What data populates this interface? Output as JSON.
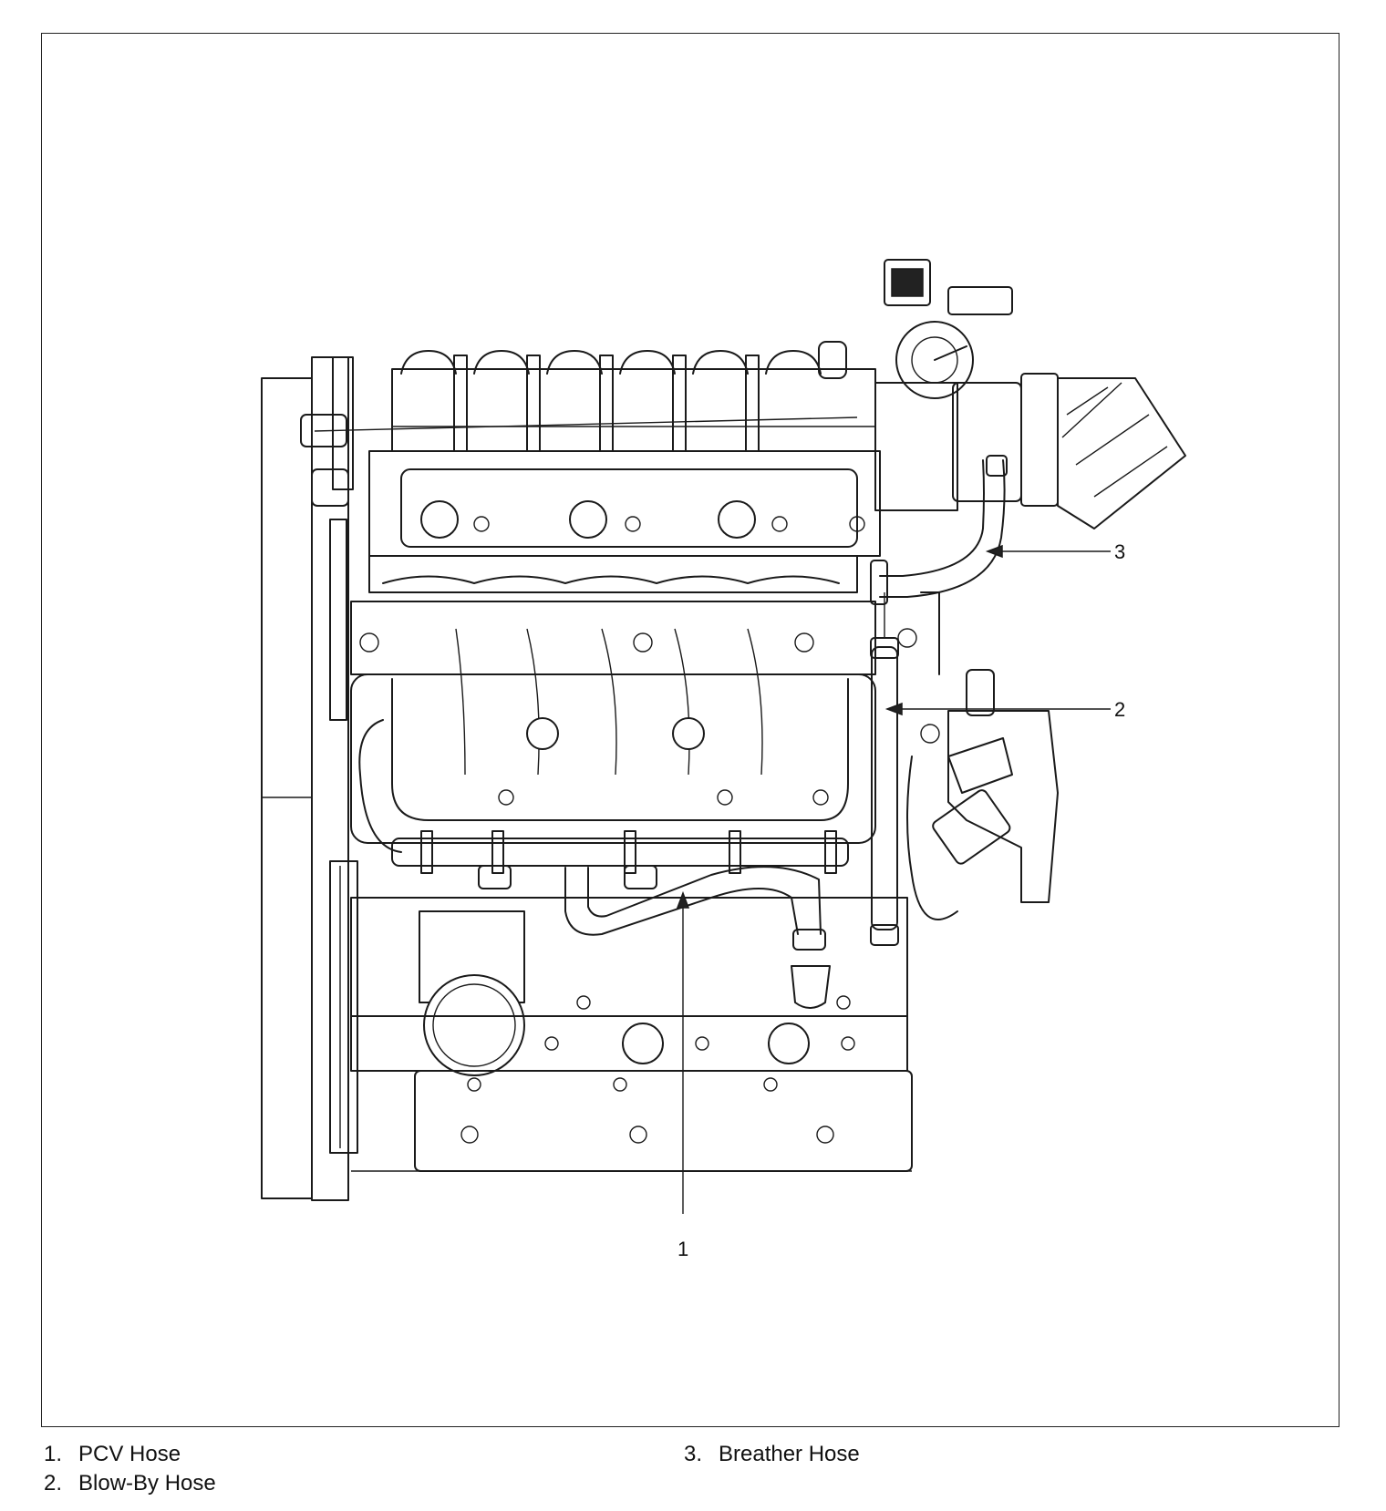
{
  "callouts": [
    {
      "number": "1"
    },
    {
      "number": "2"
    },
    {
      "number": "3"
    }
  ],
  "legend": [
    {
      "number": "1.",
      "label": "PCV Hose"
    },
    {
      "number": "2.",
      "label": "Blow-By Hose"
    },
    {
      "number": "3.",
      "label": "Breather Hose"
    }
  ]
}
